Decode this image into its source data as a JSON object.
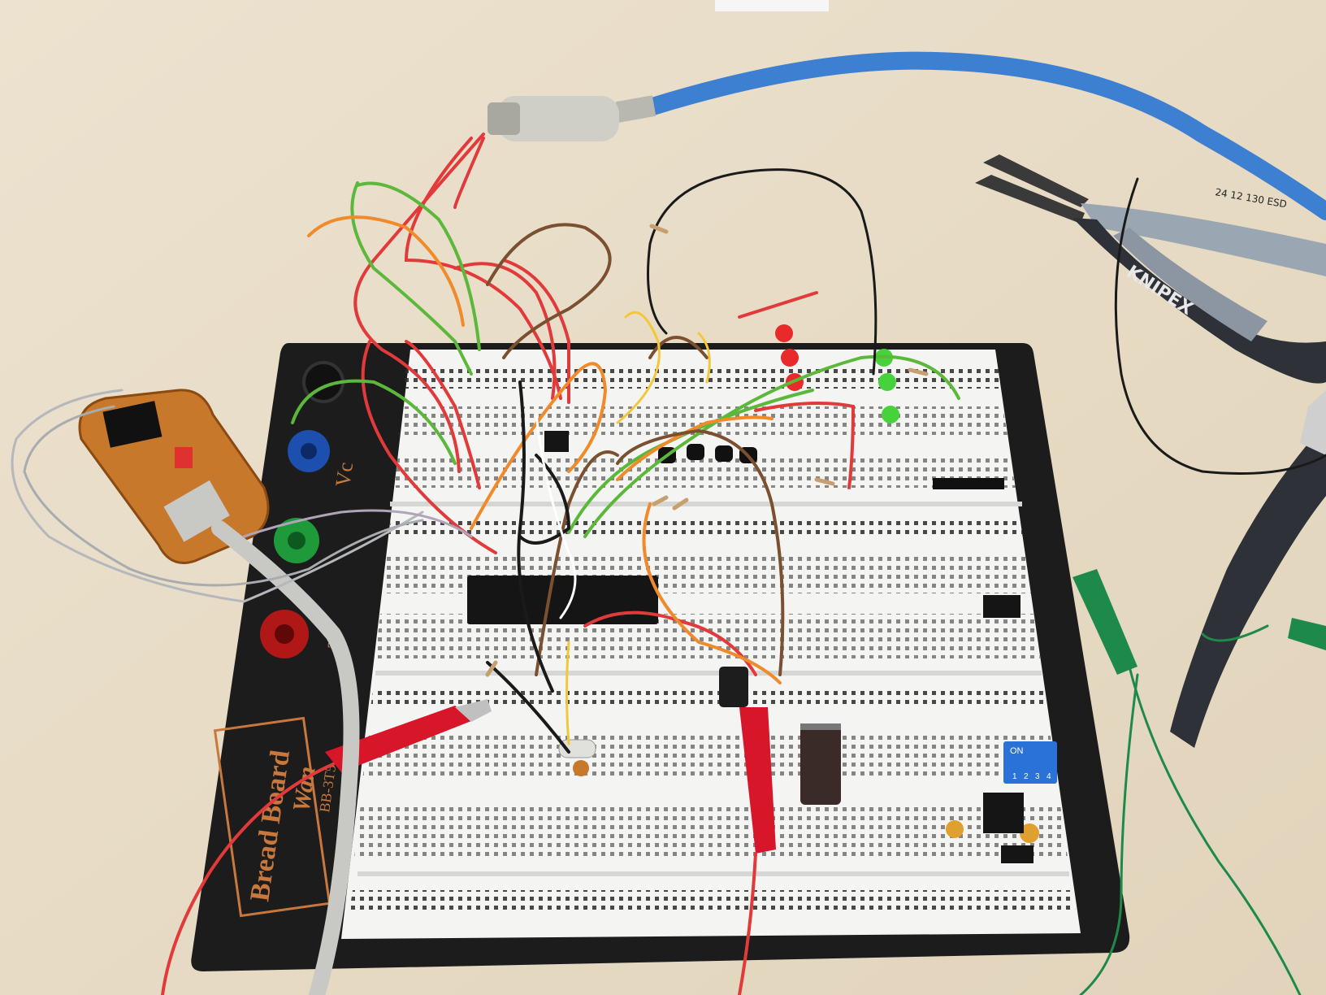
{
  "board": {
    "brand_text": "Bread Board",
    "maker_text": "Wan",
    "model_text": "BB-3T5",
    "side_text_v": "Vc",
    "side_text_a": "a"
  },
  "pliers_text": "KNIPEX",
  "pliers_code": "24 12 130 ESD",
  "dip_switch": {
    "on_label": "ON",
    "numbers": [
      "1",
      "2",
      "3",
      "4"
    ]
  },
  "colors": {
    "table": "#e8dcc6",
    "board_base": "#1c1c1c",
    "breadboard": "#f4f4f2",
    "wire_red": "#e23a3a",
    "wire_green": "#5cb83a",
    "wire_orange": "#f08a2a",
    "wire_brown": "#7a5030",
    "wire_blue_cable": "#3d7fd0",
    "usb_board": "#c8782a"
  }
}
